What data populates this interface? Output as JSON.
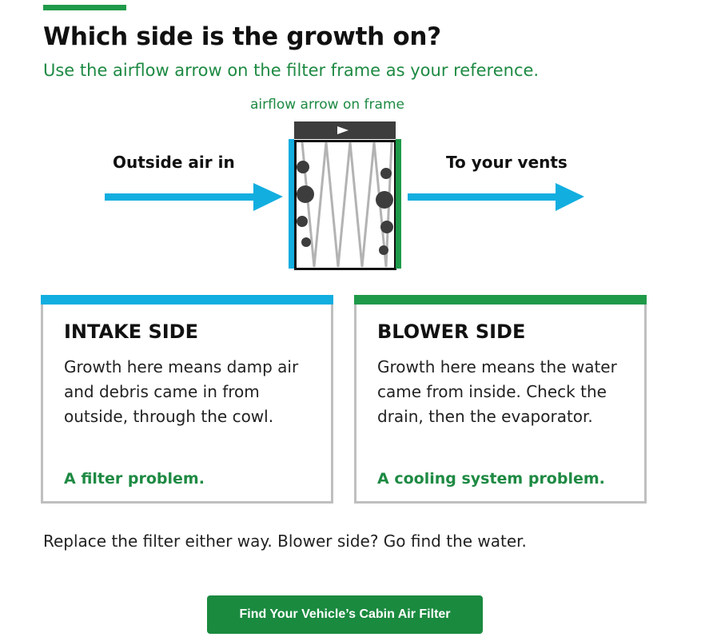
{
  "header": {
    "title": "Which side is the growth on?",
    "subtitle": "Use the airflow arrow on the filter frame as your reference."
  },
  "diagram": {
    "frame_label": "airflow arrow on frame",
    "inlet_label": "Outside air in",
    "outlet_label": "To your vents",
    "colors": {
      "intake": "#12aee0",
      "blower": "#1f9a49",
      "frame": "#3d3d3d",
      "pleats": "#b3b3b3"
    }
  },
  "cards": {
    "intake": {
      "title": "INTAKE SIDE",
      "body": "Growth here means damp air and debris came in from outside, through the cowl.",
      "verdict": "A filter problem."
    },
    "blower": {
      "title": "BLOWER SIDE",
      "body": "Growth here means the water came from inside. Check the drain, then the evaporator.",
      "verdict": "A cooling system problem."
    }
  },
  "footnote": "Replace the filter either way. Blower side? Go find the water.",
  "cta": {
    "label": "Find Your Vehicle’s Cabin Air Filter"
  }
}
